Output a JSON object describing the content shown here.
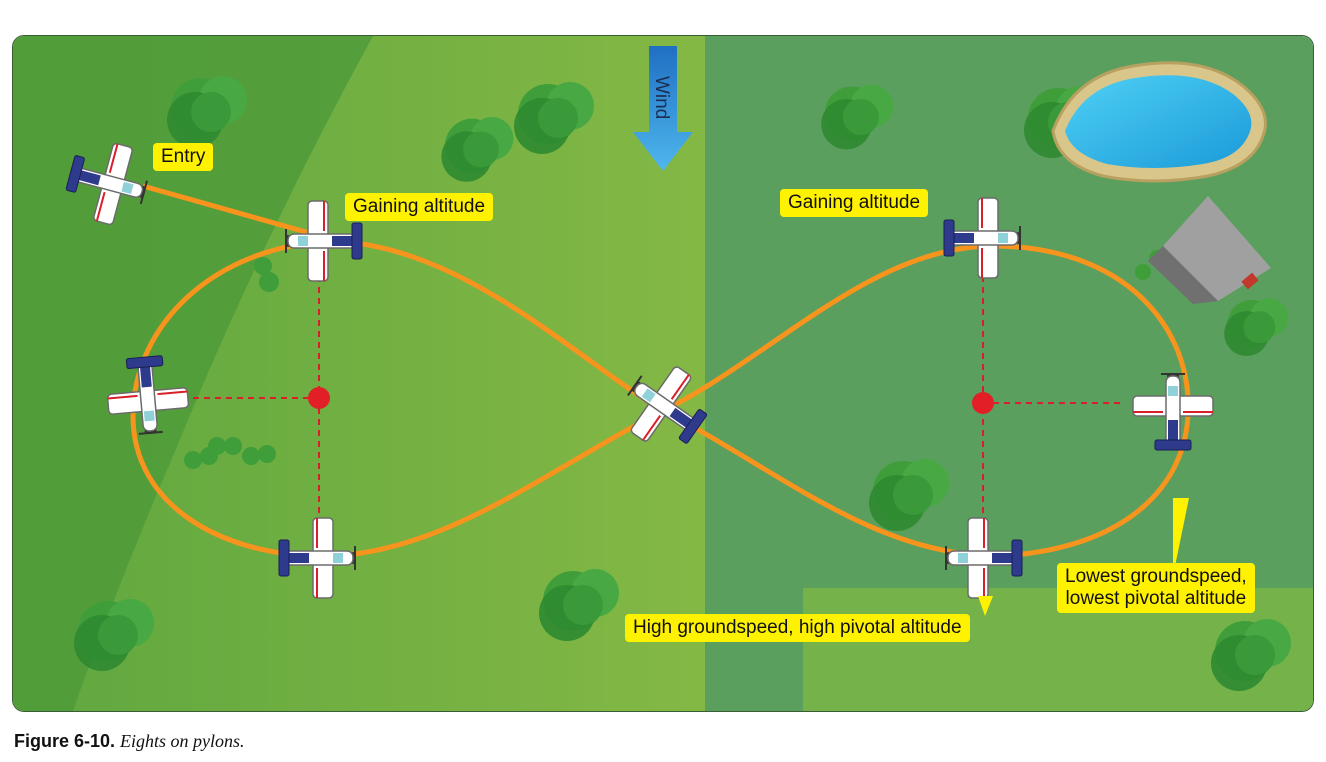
{
  "labels": {
    "entry": "Entry",
    "gaining_left": "Gaining altitude",
    "gaining_right": "Gaining altitude",
    "high_groundspeed": "High groundspeed, high pivotal altitude",
    "lowest_groundspeed": "Lowest groundspeed,\nlowest pivotal altitude"
  },
  "wind": {
    "label": "Wind"
  },
  "caption": {
    "number": "Figure 6-10.",
    "title": "Eights on pylons."
  },
  "colors": {
    "flight_path": "#f7941d",
    "pylon": "#e21f26",
    "pylon_line": "#d9202a",
    "wind_arrow": "#2a8fd6",
    "label_bg": "#fff200",
    "field_left": "#7cb342",
    "field_right": "#5a9f5e",
    "tree": "#3f9e3a",
    "pond": "#2bb5ea"
  }
}
